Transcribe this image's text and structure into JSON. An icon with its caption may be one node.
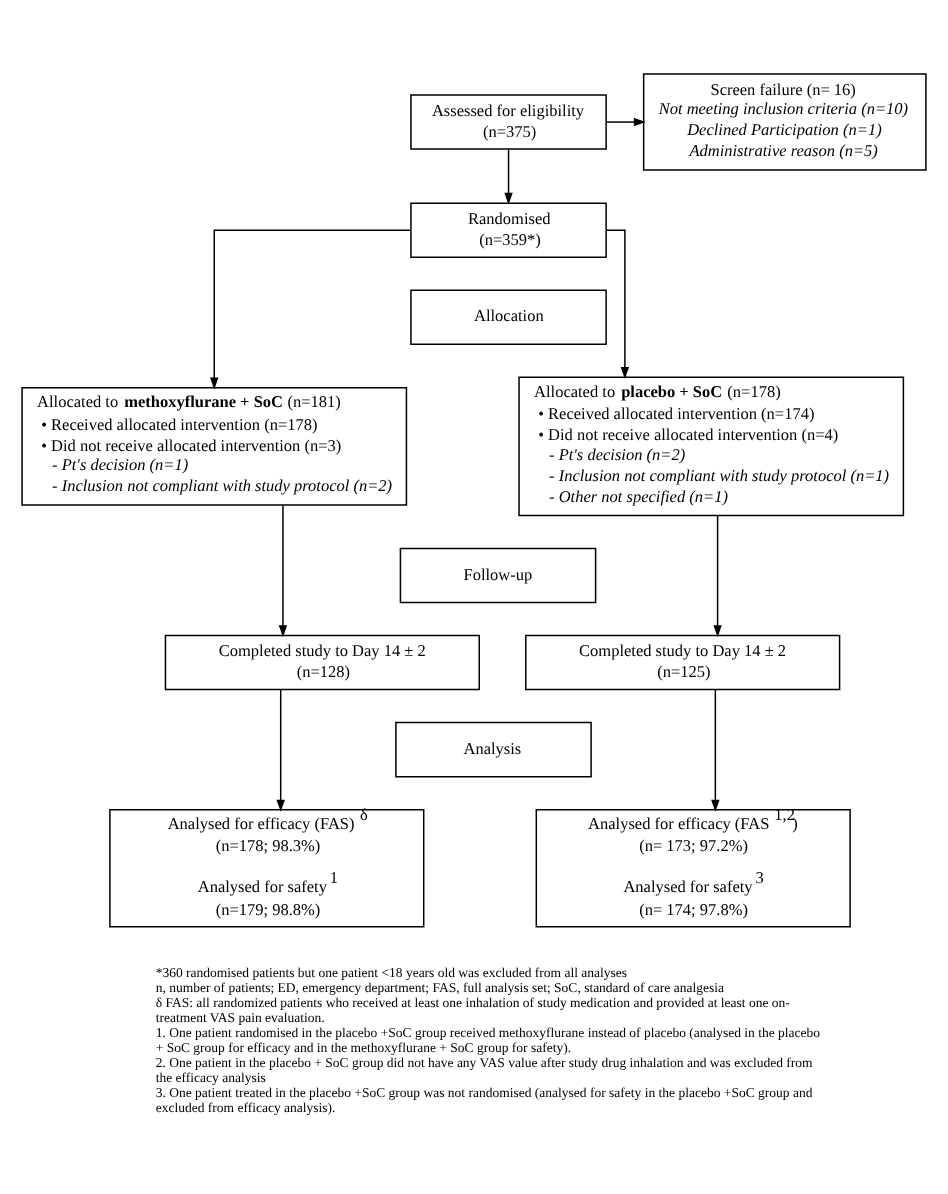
{
  "diagram": {
    "nodes": [
      {
        "text": [
          "Assessed for eligibility (n=375)"
        ]
      },
      {
        "text": [
          "Screen failure (n= 16)",
          "Not meeting inclusion criteria (n=10)",
          "Declined Participation (n=1)",
          "Administrative reason (n=5)"
        ]
      },
      {
        "text": [
          "Randomised (n=359*)"
        ]
      },
      {
        "text": [
          "Allocation"
        ]
      },
      {
        "text": [
          "Allocated to **methoxyflurane + SoC** (n=181)",
          "• Received allocated intervention (n=178)",
          "• Did not receive allocated intervention (n=3)",
          "- Pt's decision (n=1)",
          "- Inclusion not compliant with study protocol (n=2)"
        ]
      },
      {
        "text": [
          "Allocated to **placebo + SoC** (n=178)",
          "• Received allocated intervention (n=174)",
          "• Did not receive allocated intervention (n=4)",
          "- Pt's decision (n=2)",
          "- Inclusion not compliant with study protocol (n=1)",
          "- Other not specified (n=1)"
        ]
      },
      {
        "text": [
          "Follow-up"
        ]
      },
      {
        "text": [
          "Completed study to Day 14 ± 2 (n=128)"
        ]
      },
      {
        "text": [
          "Completed study to Day 14 ± 2 (n=125)"
        ]
      },
      {
        "text": [
          "Analysis"
        ]
      },
      {
        "text": [
          "Analysed for efficacy (FAS)$^{δ}$ (n=178; 98.3%)",
          "Analysed for safety$^{1}$ (n=179; 98.8%)"
        ]
      },
      {
        "text": [
          "Analysed for efficacy (FAS$^{1,2}$) (n= 173; 97.2%)",
          "Analysed for safety$^{3}$ (n= 174; 97.8%)"
        ]
      }
    ],
    "edges": [
      {
        "from": 0,
        "to": 1,
        "arrow": "to"
      },
      {
        "from": 0,
        "to": 2,
        "arrow": "to"
      },
      {
        "from": 2,
        "to": 4,
        "arrow": "to"
      },
      {
        "from": 2,
        "to": 5,
        "arrow": "to"
      },
      {
        "from": 4,
        "to": 7,
        "arrow": "to"
      },
      {
        "from": 5,
        "to": 8,
        "arrow": "to"
      },
      {
        "from": 7,
        "to": 10,
        "arrow": "to"
      },
      {
        "from": 8,
        "to": 11,
        "arrow": "to"
      }
    ],
    "labels": [
      "*360 randomised patients but one patient <18 years old was excluded from all analyses",
      "n, number of patients; ED, emergency department; FAS, full analysis set; SoC, standard of care analgesia",
      "δ FAS: all randomized patients who received at least one inhalation of study medication and provided at least one on-treatment VAS pain evaluation.",
      "1. One patient randomised in the placebo +SoC group received methoxyflurane instead of placebo (analysed in the placebo + SoC group for efficacy and in the methoxyflurane + SoC group for safety).",
      "2. One patient in the placebo + SoC group did not have any VAS value after study drug inhalation and was excluded from the efficacy analysis",
      "3. One patient treated in the placebo +SoC group was not randomised (analysed for safety in the placebo +SoC group and excluded from efficacy analysis)."
    ]
  }
}
